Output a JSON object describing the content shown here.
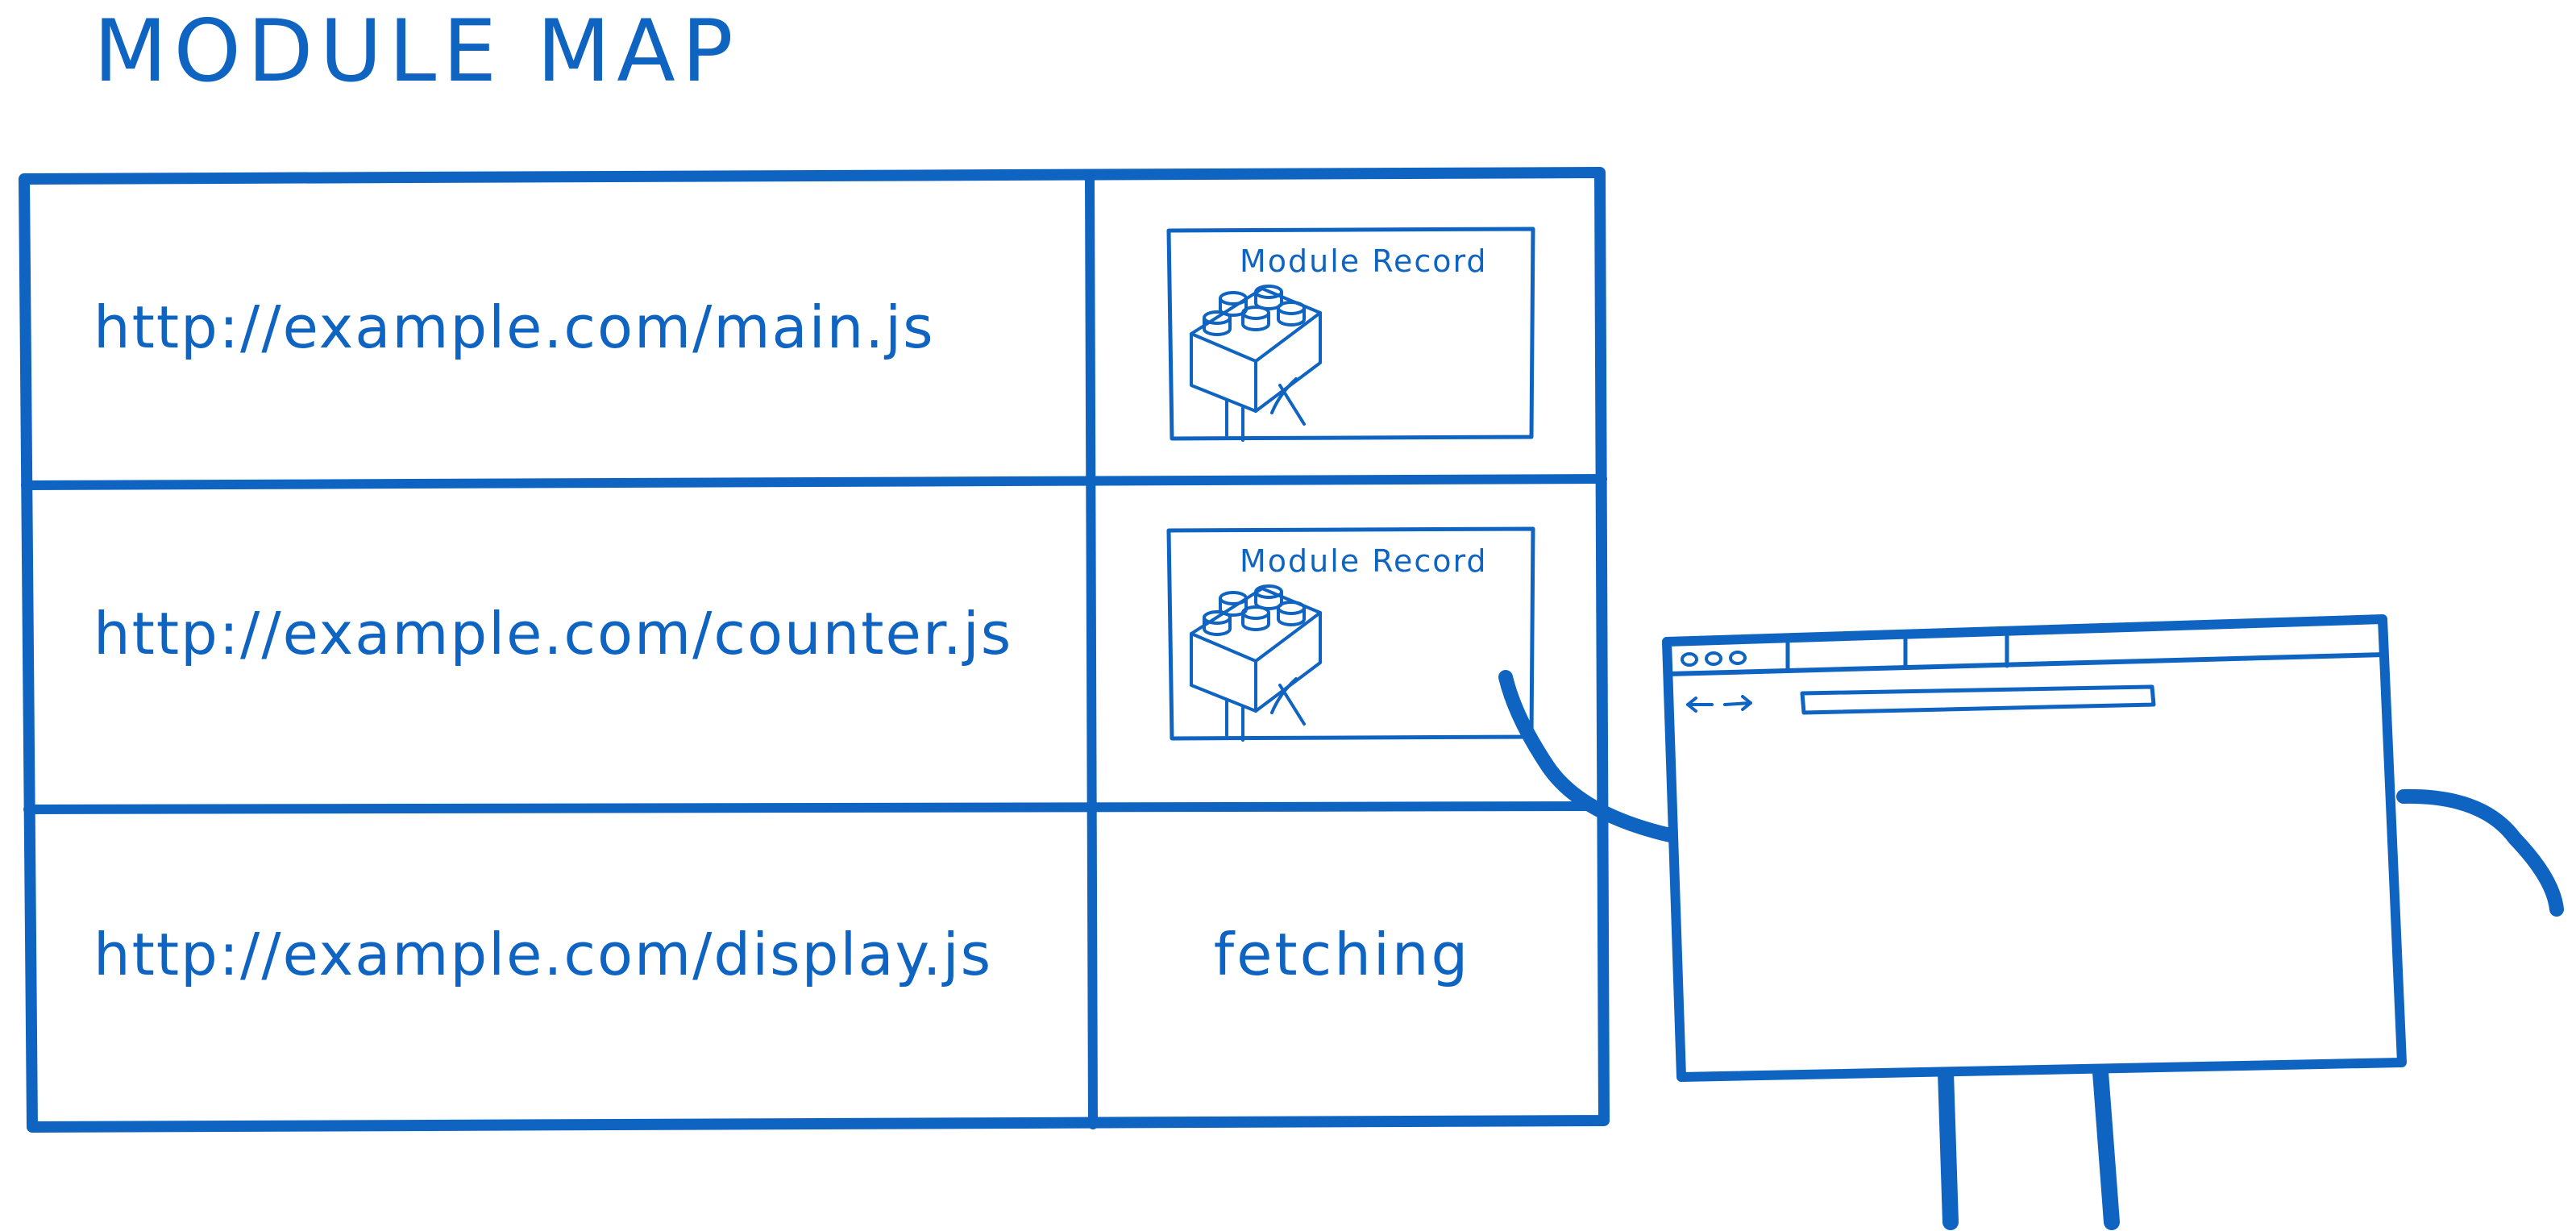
{
  "diagram": {
    "title": "MODULE MAP",
    "colors": {
      "ink": "#0f64c2",
      "background": "#ffffff"
    },
    "rows": [
      {
        "url": "http://example.com/main.js",
        "state": "record",
        "record_label": "Module Record"
      },
      {
        "url": "http://example.com/counter.js",
        "state": "record",
        "record_label": "Module Record"
      },
      {
        "url": "http://example.com/display.js",
        "state": "status",
        "status_text": "fetching"
      }
    ],
    "browser": {
      "icons": [
        "window-control-dots-icon",
        "back-forward-arrows-icon",
        "address-bar"
      ]
    }
  }
}
